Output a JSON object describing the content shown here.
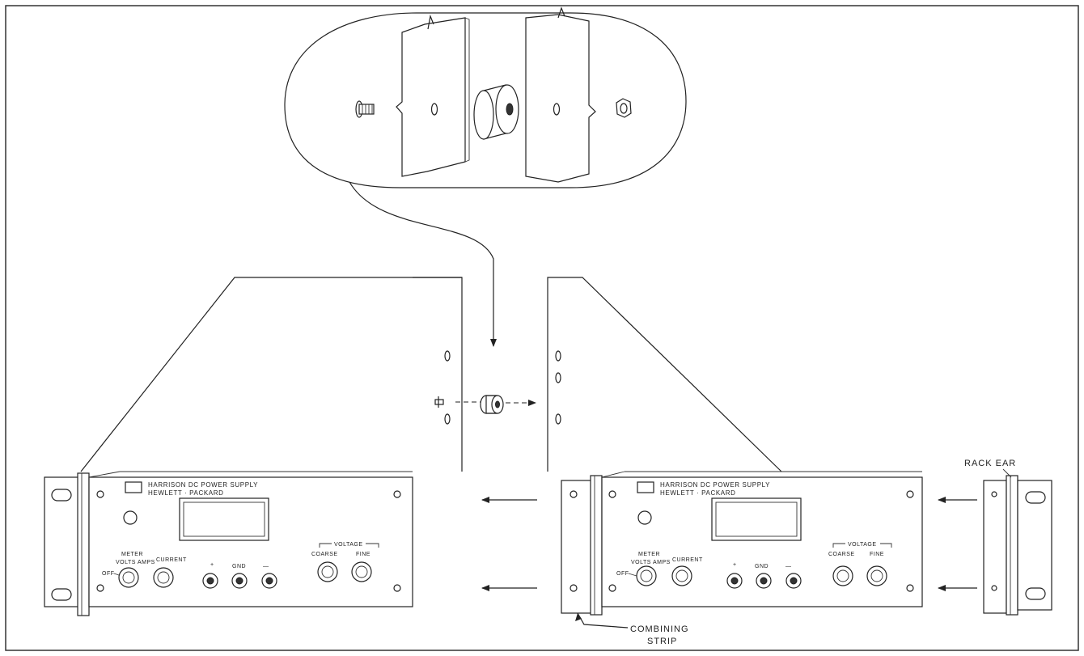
{
  "supply_left": {
    "brand_line1": "HARRISON   DC POWER SUPPLY",
    "brand_line2": "HEWLETT · PACKARD",
    "meter_label": "METER",
    "meter_positions": "VOLTS  AMPS",
    "off_label": "OFF",
    "current_label": "CURRENT",
    "voltage_label": "VOLTAGE",
    "coarse_label": "COARSE",
    "fine_label": "FINE",
    "plus_label": "+",
    "gnd_label": "GND",
    "minus_label": "—"
  },
  "supply_right": {
    "brand_line1": "HARRISON   DC POWER SUPPLY",
    "brand_line2": "HEWLETT · PACKARD",
    "meter_label": "METER",
    "meter_positions": "VOLTS  AMPS",
    "off_label": "OFF",
    "current_label": "CURRENT",
    "voltage_label": "VOLTAGE",
    "coarse_label": "COARSE",
    "fine_label": "FINE",
    "plus_label": "+",
    "gnd_label": "GND",
    "minus_label": "—"
  },
  "callouts": {
    "rack_ear": "RACK EAR",
    "combining_strip_line1": "COMBINING",
    "combining_strip_line2": "STRIP"
  }
}
